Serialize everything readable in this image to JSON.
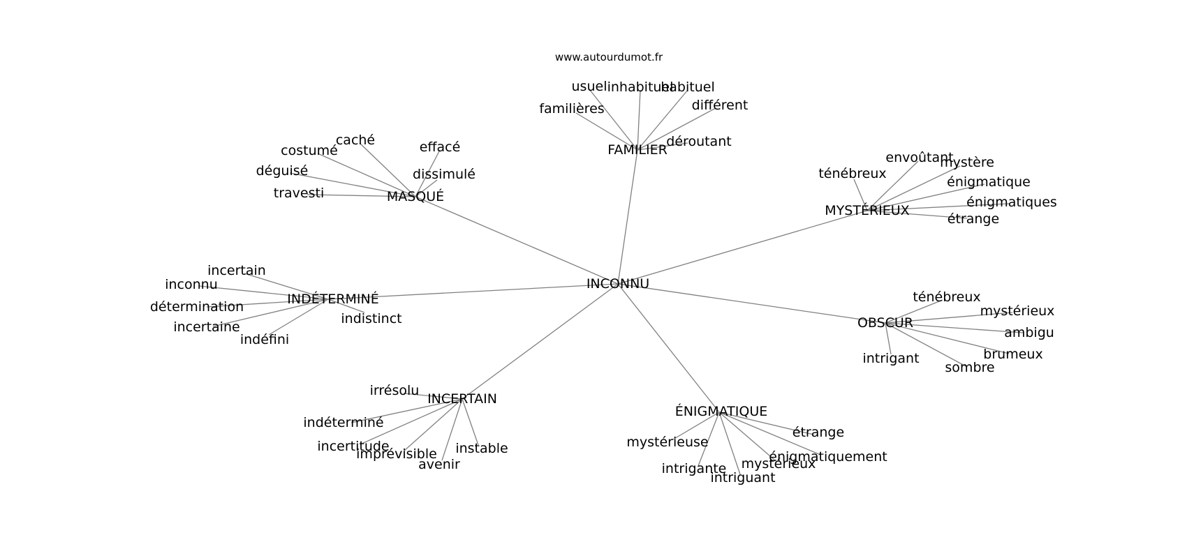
{
  "source": "www.autourdumot.fr",
  "center": "INCONNU",
  "groups": [
    {
      "id": "masque",
      "label": "MASQUÉ",
      "leaves": [
        "caché",
        "costumé",
        "effacé",
        "déguisé",
        "dissimulé",
        "travesti"
      ]
    },
    {
      "id": "familier",
      "label": "FAMILIER",
      "leaves": [
        "usuel",
        "inhabituel",
        "habituel",
        "différent",
        "familières",
        "déroutant"
      ]
    },
    {
      "id": "mysterieux",
      "label": "MYSTÉRIEUX",
      "leaves": [
        "envoûtant",
        "mystère",
        "ténébreux",
        "énigmatique",
        "énigmatiques",
        "étrange"
      ]
    },
    {
      "id": "indetermine",
      "label": "INDÉTERMINÉ",
      "leaves": [
        "incertain",
        "inconnu",
        "détermination",
        "indistinct",
        "incertaine",
        "indéfini"
      ]
    },
    {
      "id": "obscur",
      "label": "OBSCUR",
      "leaves": [
        "ténébreux",
        "mystérieux",
        "ambigu",
        "brumeux",
        "intrigant",
        "sombre"
      ]
    },
    {
      "id": "incertain",
      "label": "INCERTAIN",
      "leaves": [
        "irrésolu",
        "indéterminé",
        "incertitude",
        "imprévisible",
        "instable",
        "avenir"
      ]
    },
    {
      "id": "enigmatique",
      "label": "ÉNIGMATIQUE",
      "leaves": [
        "étrange",
        "mystérieuse",
        "énigmatiquement",
        "mystérieux",
        "intrigante",
        "intriguant"
      ]
    }
  ]
}
